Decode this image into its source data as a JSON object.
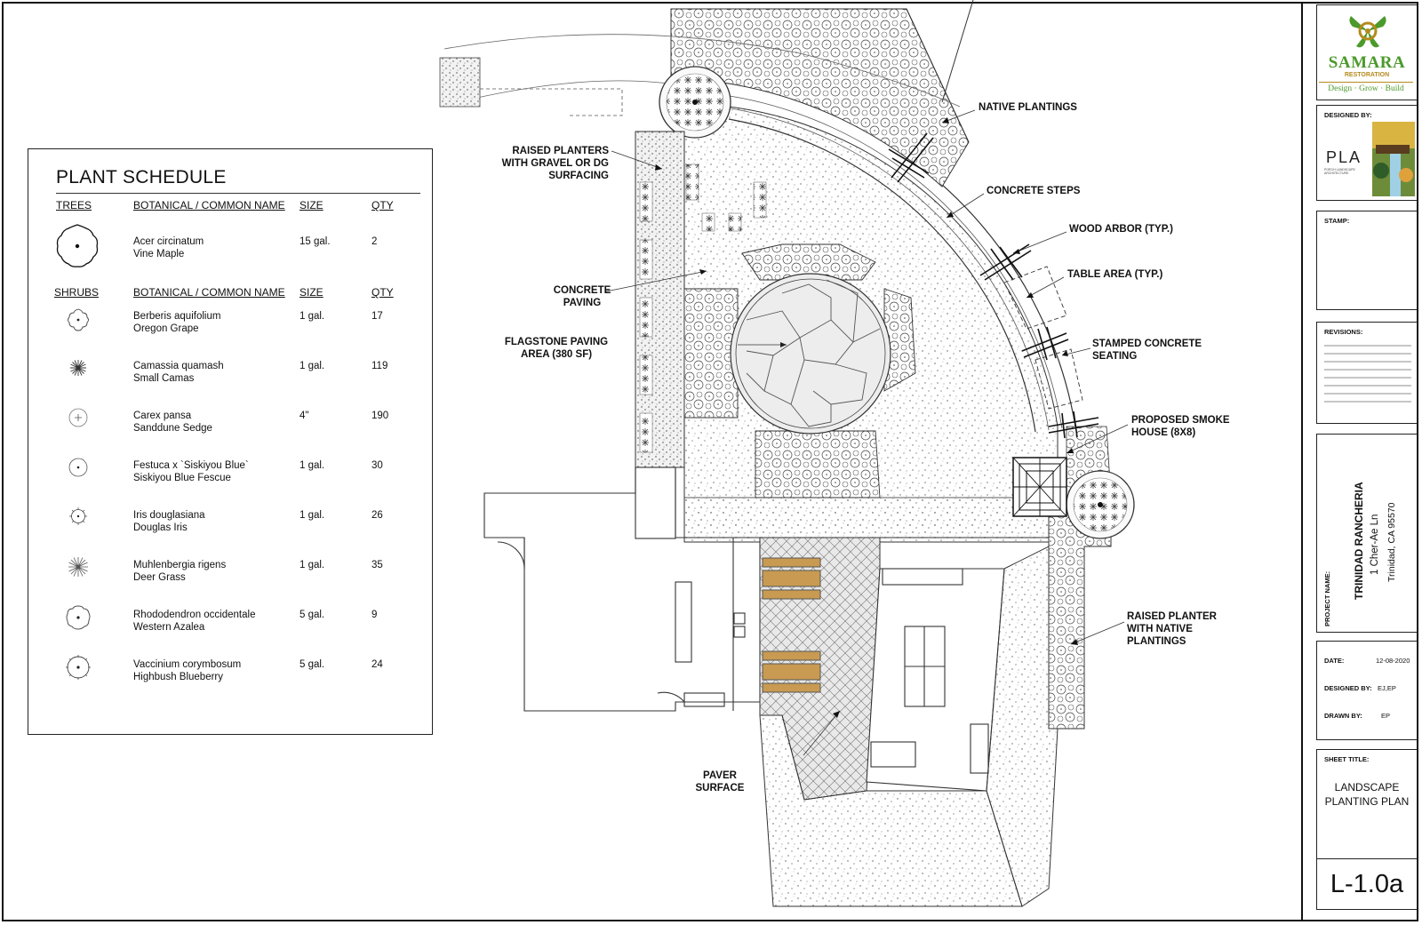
{
  "plant_schedule": {
    "title": "PLANT SCHEDULE",
    "trees_header": {
      "category": "TREES",
      "name": "BOTANICAL / COMMON NAME",
      "size": "SIZE",
      "qty": "QTY"
    },
    "trees": [
      {
        "botanical": "Acer circinatum",
        "common": "Vine Maple",
        "size": "15 gal.",
        "qty": "2",
        "symbol": "tree-canopy-icon"
      }
    ],
    "shrubs_header": {
      "category": "SHRUBS",
      "name": "BOTANICAL / COMMON NAME",
      "size": "SIZE",
      "qty": "QTY"
    },
    "shrubs": [
      {
        "botanical": "Berberis aquifolium",
        "common": "Oregon Grape",
        "size": "1 gal.",
        "qty": "17",
        "symbol": "scalloped-shrub-icon"
      },
      {
        "botanical": "Camassia quamash",
        "common": "Small Camas",
        "size": "1 gal.",
        "qty": "119",
        "symbol": "starburst-shrub-icon"
      },
      {
        "botanical": "Carex pansa",
        "common": "Sanddune Sedge",
        "size": "4\"",
        "qty": "190",
        "symbol": "crosshair-circle-icon"
      },
      {
        "botanical": "Festuca x `Siskiyou Blue`",
        "common": "Siskiyou Blue Fescue",
        "size": "1 gal.",
        "qty": "30",
        "symbol": "dot-circle-icon"
      },
      {
        "botanical": "Iris douglasiana",
        "common": "Douglas Iris",
        "size": "1 gal.",
        "qty": "26",
        "symbol": "spiky-circle-icon"
      },
      {
        "botanical": "Muhlenbergia rigens",
        "common": "Deer Grass",
        "size": "1 gal.",
        "qty": "35",
        "symbol": "grass-burst-icon"
      },
      {
        "botanical": "Rhododendron occidentale",
        "common": "Western Azalea",
        "size": "5 gal.",
        "qty": "9",
        "symbol": "lobed-shrub-icon"
      },
      {
        "botanical": "Vaccinium corymbosum",
        "common": "Highbush Blueberry",
        "size": "5 gal.",
        "qty": "24",
        "symbol": "ticked-circle-icon"
      }
    ]
  },
  "callouts": {
    "raised_planters": "RAISED PLANTERS\nWITH GRAVEL OR DG\nSURFACING",
    "concrete_paving": "CONCRETE\nPAVING",
    "flagstone": "FLAGSTONE PAVING\nAREA (380 SF)",
    "native_plantings": "NATIVE PLANTINGS",
    "concrete_steps": "CONCRETE STEPS",
    "wood_arbor": "WOOD ARBOR (TYP.)",
    "table_area": "TABLE AREA (TYP.)",
    "stamped_concrete": "STAMPED CONCRETE\nSEATING",
    "smoke_house": "PROPOSED SMOKE\nHOUSE (8X8)",
    "raised_planter_native": "RAISED PLANTER\nWITH NATIVE\nPLANTINGS",
    "paver_surface": "PAVER\nSURFACE"
  },
  "title_block": {
    "logo_main": "SAMARA",
    "logo_sub": "RESTORATION",
    "logo_tagline": "Design · Grow · Build",
    "designed_by_label": "DESIGNED BY:",
    "designer_logo": "PLA",
    "designer_logo_small": "PORCH LANDSCAPE ARCHITECTURE",
    "stamp_label": "STAMP:",
    "revisions_label": "REVISIONS:",
    "project_name_label": "PROJECT NAME:",
    "project_name": "TRINIDAD RANCHERIA",
    "project_address": "1 Cher-Ae Ln",
    "project_city": "Trinidad, CA 95570",
    "date_label": "DATE:",
    "date": "12-08-2020",
    "designed_by2_label": "DESIGNED BY:",
    "designed_by2": "EJ,EP",
    "drawn_by_label": "DRAWN BY:",
    "drawn_by": "EP",
    "sheet_title_label": "SHEET TITLE:",
    "sheet_title": "LANDSCAPE\nPLANTING PLAN",
    "sheet_number": "L-1.0a"
  },
  "colors": {
    "logo_green": "#4b9a2a",
    "logo_gold": "#b58a1d",
    "bench_wood": "#c89a52"
  }
}
